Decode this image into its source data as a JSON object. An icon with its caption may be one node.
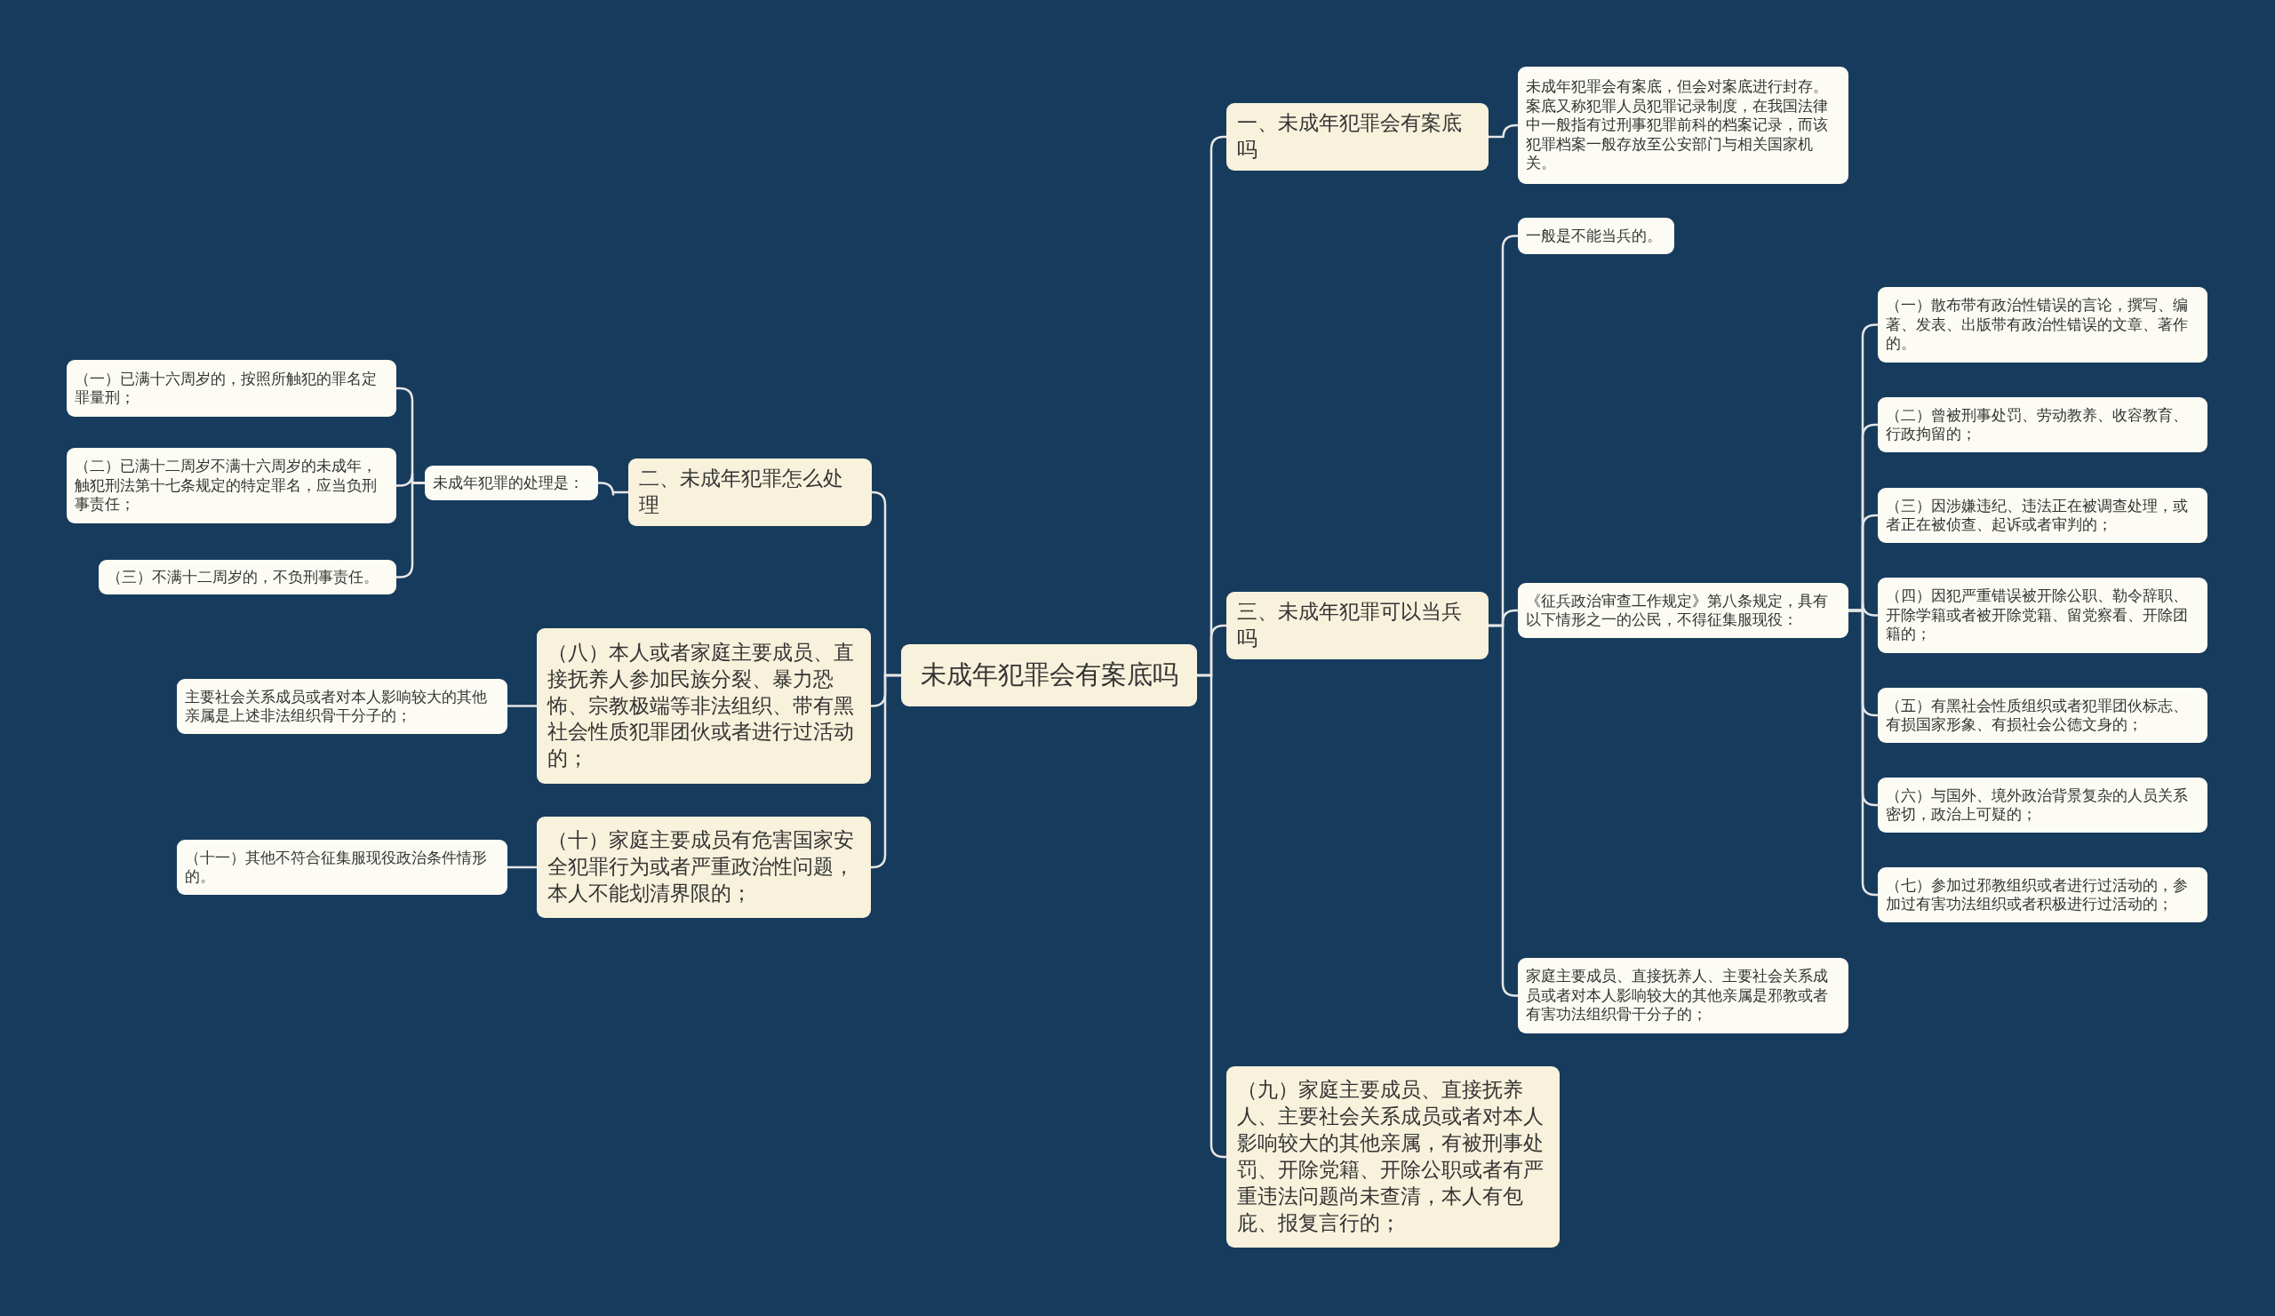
{
  "diagram": {
    "nodes": [
      {
        "text": [
          "未成年犯罪会有案底吗"
        ]
      },
      {
        "text": [
          "一、未成年犯罪会有案底吗"
        ]
      },
      {
        "text": [
          "未成年犯罪会有案底，但会对案底进行封存。案底又称犯罪人员犯罪记录制度，在我国法律中一般指有过刑事犯罪前科的档案记录，而该犯罪档案一般存放至公安部门与相关国家机关。"
        ]
      },
      {
        "text": [
          "二、未成年犯罪怎么处理"
        ]
      },
      {
        "text": [
          "未成年犯罪的处理是："
        ]
      },
      {
        "text": [
          "（一）已满十六周岁的，按照所触犯的罪名定罪量刑；"
        ]
      },
      {
        "text": [
          "（二）已满十二周岁不满十六周岁的未成年，触犯刑法第十七条规定的特定罪名，应当负刑事责任；"
        ]
      },
      {
        "text": [
          "（三）不满十二周岁的，不负刑事责任。"
        ]
      },
      {
        "text": [
          "三、未成年犯罪可以当兵吗"
        ]
      },
      {
        "text": [
          "一般是不能当兵的。"
        ]
      },
      {
        "text": [
          "《征兵政治审查工作规定》第八条规定，具有以下情形之一的公民，不得征集服现役："
        ]
      },
      {
        "text": [
          "（一）散布带有政治性错误的言论，撰写、编著、发表、出版带有政治性错误的文章、著作的。"
        ]
      },
      {
        "text": [
          "（二）曾被刑事处罚、劳动教养、收容教育、行政拘留的；"
        ]
      },
      {
        "text": [
          "（三）因涉嫌违纪、违法正在被调查处理，或者正在被侦查、起诉或者审判的；"
        ]
      },
      {
        "text": [
          "（四）因犯严重错误被开除公职、勒令辞职、开除学籍或者被开除党籍、留党察看、开除团籍的；"
        ]
      },
      {
        "text": [
          "（五）有黑社会性质组织或者犯罪团伙标志、有损国家形象、有损社会公德文身的；"
        ]
      },
      {
        "text": [
          "（六）与国外、境外政治背景复杂的人员关系密切，政治上可疑的；"
        ]
      },
      {
        "text": [
          "（七）参加过邪教组织或者进行过活动的，参加过有害功法组织或者积极进行过活动的；"
        ]
      },
      {
        "text": [
          "家庭主要成员、直接抚养人、主要社会关系成员或者对本人影响较大的其他亲属是邪教或者有害功法组织骨干分子的；"
        ]
      },
      {
        "text": [
          "（九）家庭主要成员、直接抚养人、主要社会关系成员或者对本人影响较大的其他亲属，有被刑事处罚、开除党籍、开除公职或者有严重违法问题尚未查清，本人有包庇、报复言行的；"
        ]
      },
      {
        "text": [
          "（八）本人或者家庭主要成员、直接抚养人参加民族分裂、暴力恐怖、宗教极端等非法组织、带有黑社会性质犯罪团伙或者进行过活动的；"
        ]
      },
      {
        "text": [
          "主要社会关系成员或者对本人影响较大的其他亲属是上述非法组织骨干分子的；"
        ]
      },
      {
        "text": [
          "（十）家庭主要成员有危害国家安全犯罪行为或者严重政治性问题，本人不能划清界限的；"
        ]
      },
      {
        "text": [
          "（十一）其他不符合征集服现役政治条件情形的。"
        ]
      }
    ],
    "edges": [
      {
        "from": 0,
        "to": 1,
        "arrow": "none"
      },
      {
        "from": 1,
        "to": 2,
        "arrow": "none"
      },
      {
        "from": 0,
        "to": 3,
        "arrow": "none"
      },
      {
        "from": 3,
        "to": 4,
        "arrow": "none"
      },
      {
        "from": 4,
        "to": 5,
        "arrow": "none"
      },
      {
        "from": 4,
        "to": 6,
        "arrow": "none"
      },
      {
        "from": 4,
        "to": 7,
        "arrow": "none"
      },
      {
        "from": 0,
        "to": 8,
        "arrow": "none"
      },
      {
        "from": 8,
        "to": 9,
        "arrow": "none"
      },
      {
        "from": 8,
        "to": 10,
        "arrow": "none"
      },
      {
        "from": 10,
        "to": 11,
        "arrow": "none"
      },
      {
        "from": 10,
        "to": 12,
        "arrow": "none"
      },
      {
        "from": 10,
        "to": 13,
        "arrow": "none"
      },
      {
        "from": 10,
        "to": 14,
        "arrow": "none"
      },
      {
        "from": 10,
        "to": 15,
        "arrow": "none"
      },
      {
        "from": 10,
        "to": 16,
        "arrow": "none"
      },
      {
        "from": 10,
        "to": 17,
        "arrow": "none"
      },
      {
        "from": 8,
        "to": 18,
        "arrow": "none"
      },
      {
        "from": 0,
        "to": 19,
        "arrow": "none"
      },
      {
        "from": 0,
        "to": 20,
        "arrow": "none"
      },
      {
        "from": 20,
        "to": 21,
        "arrow": "none"
      },
      {
        "from": 0,
        "to": 22,
        "arrow": "none"
      },
      {
        "from": 22,
        "to": 23,
        "arrow": "none"
      }
    ]
  }
}
